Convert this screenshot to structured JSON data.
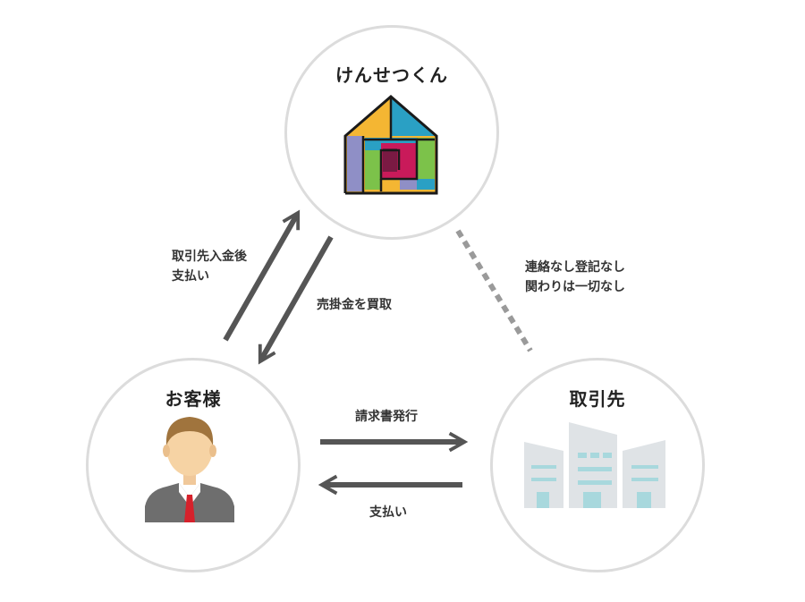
{
  "nodes": {
    "top": {
      "title": "けんせつくん"
    },
    "left": {
      "title": "お客様"
    },
    "right": {
      "title": "取引先"
    }
  },
  "labels": {
    "customer_to_kensetsu": [
      "取引先入金後",
      "支払い"
    ],
    "kensetsu_to_customer": "売掛金を買取",
    "no_relation": [
      "連絡なし登記なし",
      "関わりは一切なし"
    ],
    "invoice": "請求書発行",
    "payment": "支払い"
  },
  "colors": {
    "arrow": "#555555",
    "circle_border": "#dcdcdc",
    "dashed_line": "#9a9a9a"
  },
  "icons": {
    "top": "house-logo-icon",
    "left": "businessman-icon",
    "right": "buildings-icon"
  }
}
